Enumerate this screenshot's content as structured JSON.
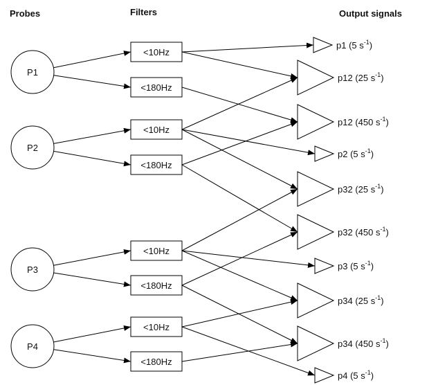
{
  "headers": {
    "probes": "Probes",
    "filters": "Filters",
    "outputs": "Output signals"
  },
  "probes": [
    {
      "id": "P1",
      "label": "P1"
    },
    {
      "id": "P2",
      "label": "P2"
    },
    {
      "id": "P3",
      "label": "P3"
    },
    {
      "id": "P4",
      "label": "P4"
    }
  ],
  "filters": [
    {
      "id": "P1_lo",
      "label": "<10Hz"
    },
    {
      "id": "P1_hi",
      "label": "<180Hz"
    },
    {
      "id": "P2_lo",
      "label": "<10Hz"
    },
    {
      "id": "P2_hi",
      "label": "<180Hz"
    },
    {
      "id": "P3_lo",
      "label": "<10Hz"
    },
    {
      "id": "P3_hi",
      "label": "<180Hz"
    },
    {
      "id": "P4_lo",
      "label": "<10Hz"
    },
    {
      "id": "P4_hi",
      "label": "<180Hz"
    }
  ],
  "outputs": [
    {
      "id": "o1",
      "name": "p1",
      "rate": "5",
      "unit": "s",
      "exp": "-1",
      "size": "small"
    },
    {
      "id": "o2",
      "name": "p12",
      "rate": "25",
      "unit": "s",
      "exp": "-1",
      "size": "large"
    },
    {
      "id": "o3",
      "name": "p12",
      "rate": "450",
      "unit": "s",
      "exp": "-1",
      "size": "large"
    },
    {
      "id": "o4",
      "name": "p2",
      "rate": "5",
      "unit": "s",
      "exp": "-1",
      "size": "small"
    },
    {
      "id": "o5",
      "name": "p32",
      "rate": "25",
      "unit": "s",
      "exp": "-1",
      "size": "large"
    },
    {
      "id": "o6",
      "name": "p32",
      "rate": "450",
      "unit": "s",
      "exp": "-1",
      "size": "large"
    },
    {
      "id": "o7",
      "name": "p3",
      "rate": "5",
      "unit": "s",
      "exp": "-1",
      "size": "small"
    },
    {
      "id": "o8",
      "name": "p34",
      "rate": "25",
      "unit": "s",
      "exp": "-1",
      "size": "large"
    },
    {
      "id": "o9",
      "name": "p34",
      "rate": "450",
      "unit": "s",
      "exp": "-1",
      "size": "large"
    },
    {
      "id": "o10",
      "name": "p4",
      "rate": "5",
      "unit": "s",
      "exp": "-1",
      "size": "small"
    }
  ],
  "edges": [
    {
      "from": "P1",
      "to": "P1_lo"
    },
    {
      "from": "P1",
      "to": "P1_hi"
    },
    {
      "from": "P2",
      "to": "P2_lo"
    },
    {
      "from": "P2",
      "to": "P2_hi"
    },
    {
      "from": "P3",
      "to": "P3_lo"
    },
    {
      "from": "P3",
      "to": "P3_hi"
    },
    {
      "from": "P4",
      "to": "P4_lo"
    },
    {
      "from": "P4",
      "to": "P4_hi"
    },
    {
      "from": "P1_lo",
      "to": "o1"
    },
    {
      "from": "P1_lo",
      "to": "o2"
    },
    {
      "from": "P1_hi",
      "to": "o3"
    },
    {
      "from": "P2_lo",
      "to": "o2"
    },
    {
      "from": "P2_lo",
      "to": "o4"
    },
    {
      "from": "P2_lo",
      "to": "o5"
    },
    {
      "from": "P2_hi",
      "to": "o3"
    },
    {
      "from": "P2_hi",
      "to": "o6"
    },
    {
      "from": "P3_lo",
      "to": "o5"
    },
    {
      "from": "P3_lo",
      "to": "o7"
    },
    {
      "from": "P3_lo",
      "to": "o8"
    },
    {
      "from": "P3_hi",
      "to": "o6"
    },
    {
      "from": "P3_hi",
      "to": "o9"
    },
    {
      "from": "P4_lo",
      "to": "o8"
    },
    {
      "from": "P4_hi",
      "to": "o9"
    },
    {
      "from": "P4_lo",
      "to": "o10"
    }
  ]
}
